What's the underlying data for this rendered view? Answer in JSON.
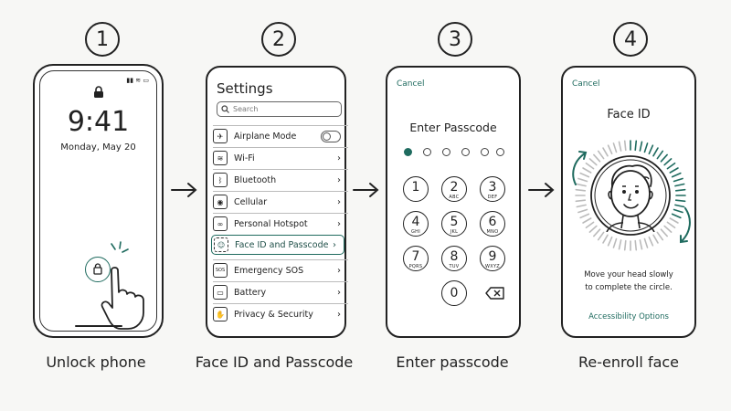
{
  "steps": [
    {
      "number": "1",
      "caption": "Unlock phone"
    },
    {
      "number": "2",
      "caption": "Face ID and Passcode"
    },
    {
      "number": "3",
      "caption": "Enter passcode"
    },
    {
      "number": "4",
      "caption": "Re-enroll face"
    }
  ],
  "lock_screen": {
    "time": "9:41",
    "date": "Monday, May 20"
  },
  "settings": {
    "title": "Settings",
    "search_placeholder": "Search",
    "items": [
      {
        "label": "Airplane Mode",
        "icon": "airplane-icon",
        "control": "toggle"
      },
      {
        "label": "Wi-Fi",
        "icon": "wifi-icon",
        "control": "chevron"
      },
      {
        "label": "Bluetooth",
        "icon": "bluetooth-icon",
        "control": "chevron"
      },
      {
        "label": "Cellular",
        "icon": "cellular-icon",
        "control": "chevron"
      },
      {
        "label": "Personal Hotspot",
        "icon": "hotspot-icon",
        "control": "chevron"
      },
      {
        "label": "Face ID and Passcode",
        "icon": "face-id-icon",
        "control": "chevron",
        "highlighted": true
      },
      {
        "label": "Emergency SOS",
        "icon": "sos-icon",
        "control": "chevron",
        "icon_text": "SOS"
      },
      {
        "label": "Battery",
        "icon": "battery-icon",
        "control": "chevron"
      },
      {
        "label": "Privacy & Security",
        "icon": "hand-icon",
        "control": "chevron"
      }
    ]
  },
  "passcode": {
    "cancel": "Cancel",
    "title": "Enter Passcode",
    "keys": [
      {
        "digit": "1",
        "letters": ""
      },
      {
        "digit": "2",
        "letters": "ABC"
      },
      {
        "digit": "3",
        "letters": "DEF"
      },
      {
        "digit": "4",
        "letters": "GHI"
      },
      {
        "digit": "5",
        "letters": "JKL"
      },
      {
        "digit": "6",
        "letters": "MNO"
      },
      {
        "digit": "7",
        "letters": "PQRS"
      },
      {
        "digit": "8",
        "letters": "TUV"
      },
      {
        "digit": "9",
        "letters": "WXYZ"
      },
      {
        "digit": "0",
        "letters": ""
      }
    ],
    "filled_dots": 1,
    "total_dots": 6
  },
  "face_id": {
    "cancel": "Cancel",
    "title": "Face ID",
    "instruction_line1": "Move your head slowly",
    "instruction_line2": "to complete the circle.",
    "accessibility": "Accessibility Options"
  },
  "colors": {
    "accent": "#1f6b5f",
    "ink": "#222222"
  }
}
